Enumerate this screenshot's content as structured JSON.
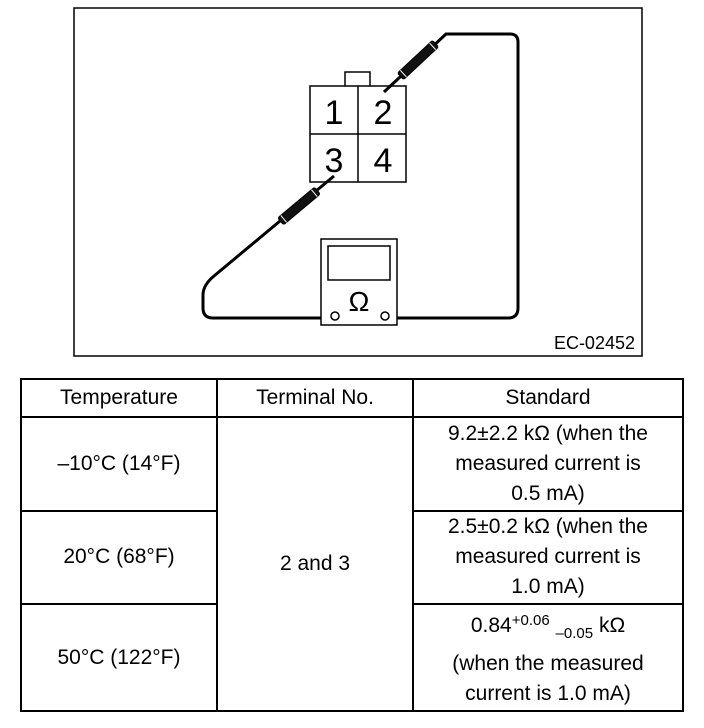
{
  "diagram": {
    "connector_terminals": [
      "1",
      "2",
      "3",
      "4"
    ],
    "meter_symbol": "Ω",
    "figure_code": "EC-02452"
  },
  "table": {
    "headers": [
      "Temperature",
      "Terminal No.",
      "Standard"
    ],
    "terminal": "2 and 3",
    "rows": [
      {
        "temperature": "–10°C (14°F)",
        "standard_lines": [
          "9.2±2.2 kΩ (when the",
          "measured current is",
          "0.5 mA)"
        ]
      },
      {
        "temperature": "20°C (68°F)",
        "standard_lines": [
          "2.5±0.2 kΩ (when the",
          "measured current is",
          "1.0 mA)"
        ]
      },
      {
        "temperature": "50°C (122°F)",
        "standard_base": "0.84",
        "standard_sup": "+0.06",
        "standard_sub": "–0.05",
        "standard_unit": "kΩ",
        "standard_lines": [
          "(when the measured",
          "current is 1.0 mA)"
        ]
      }
    ]
  }
}
